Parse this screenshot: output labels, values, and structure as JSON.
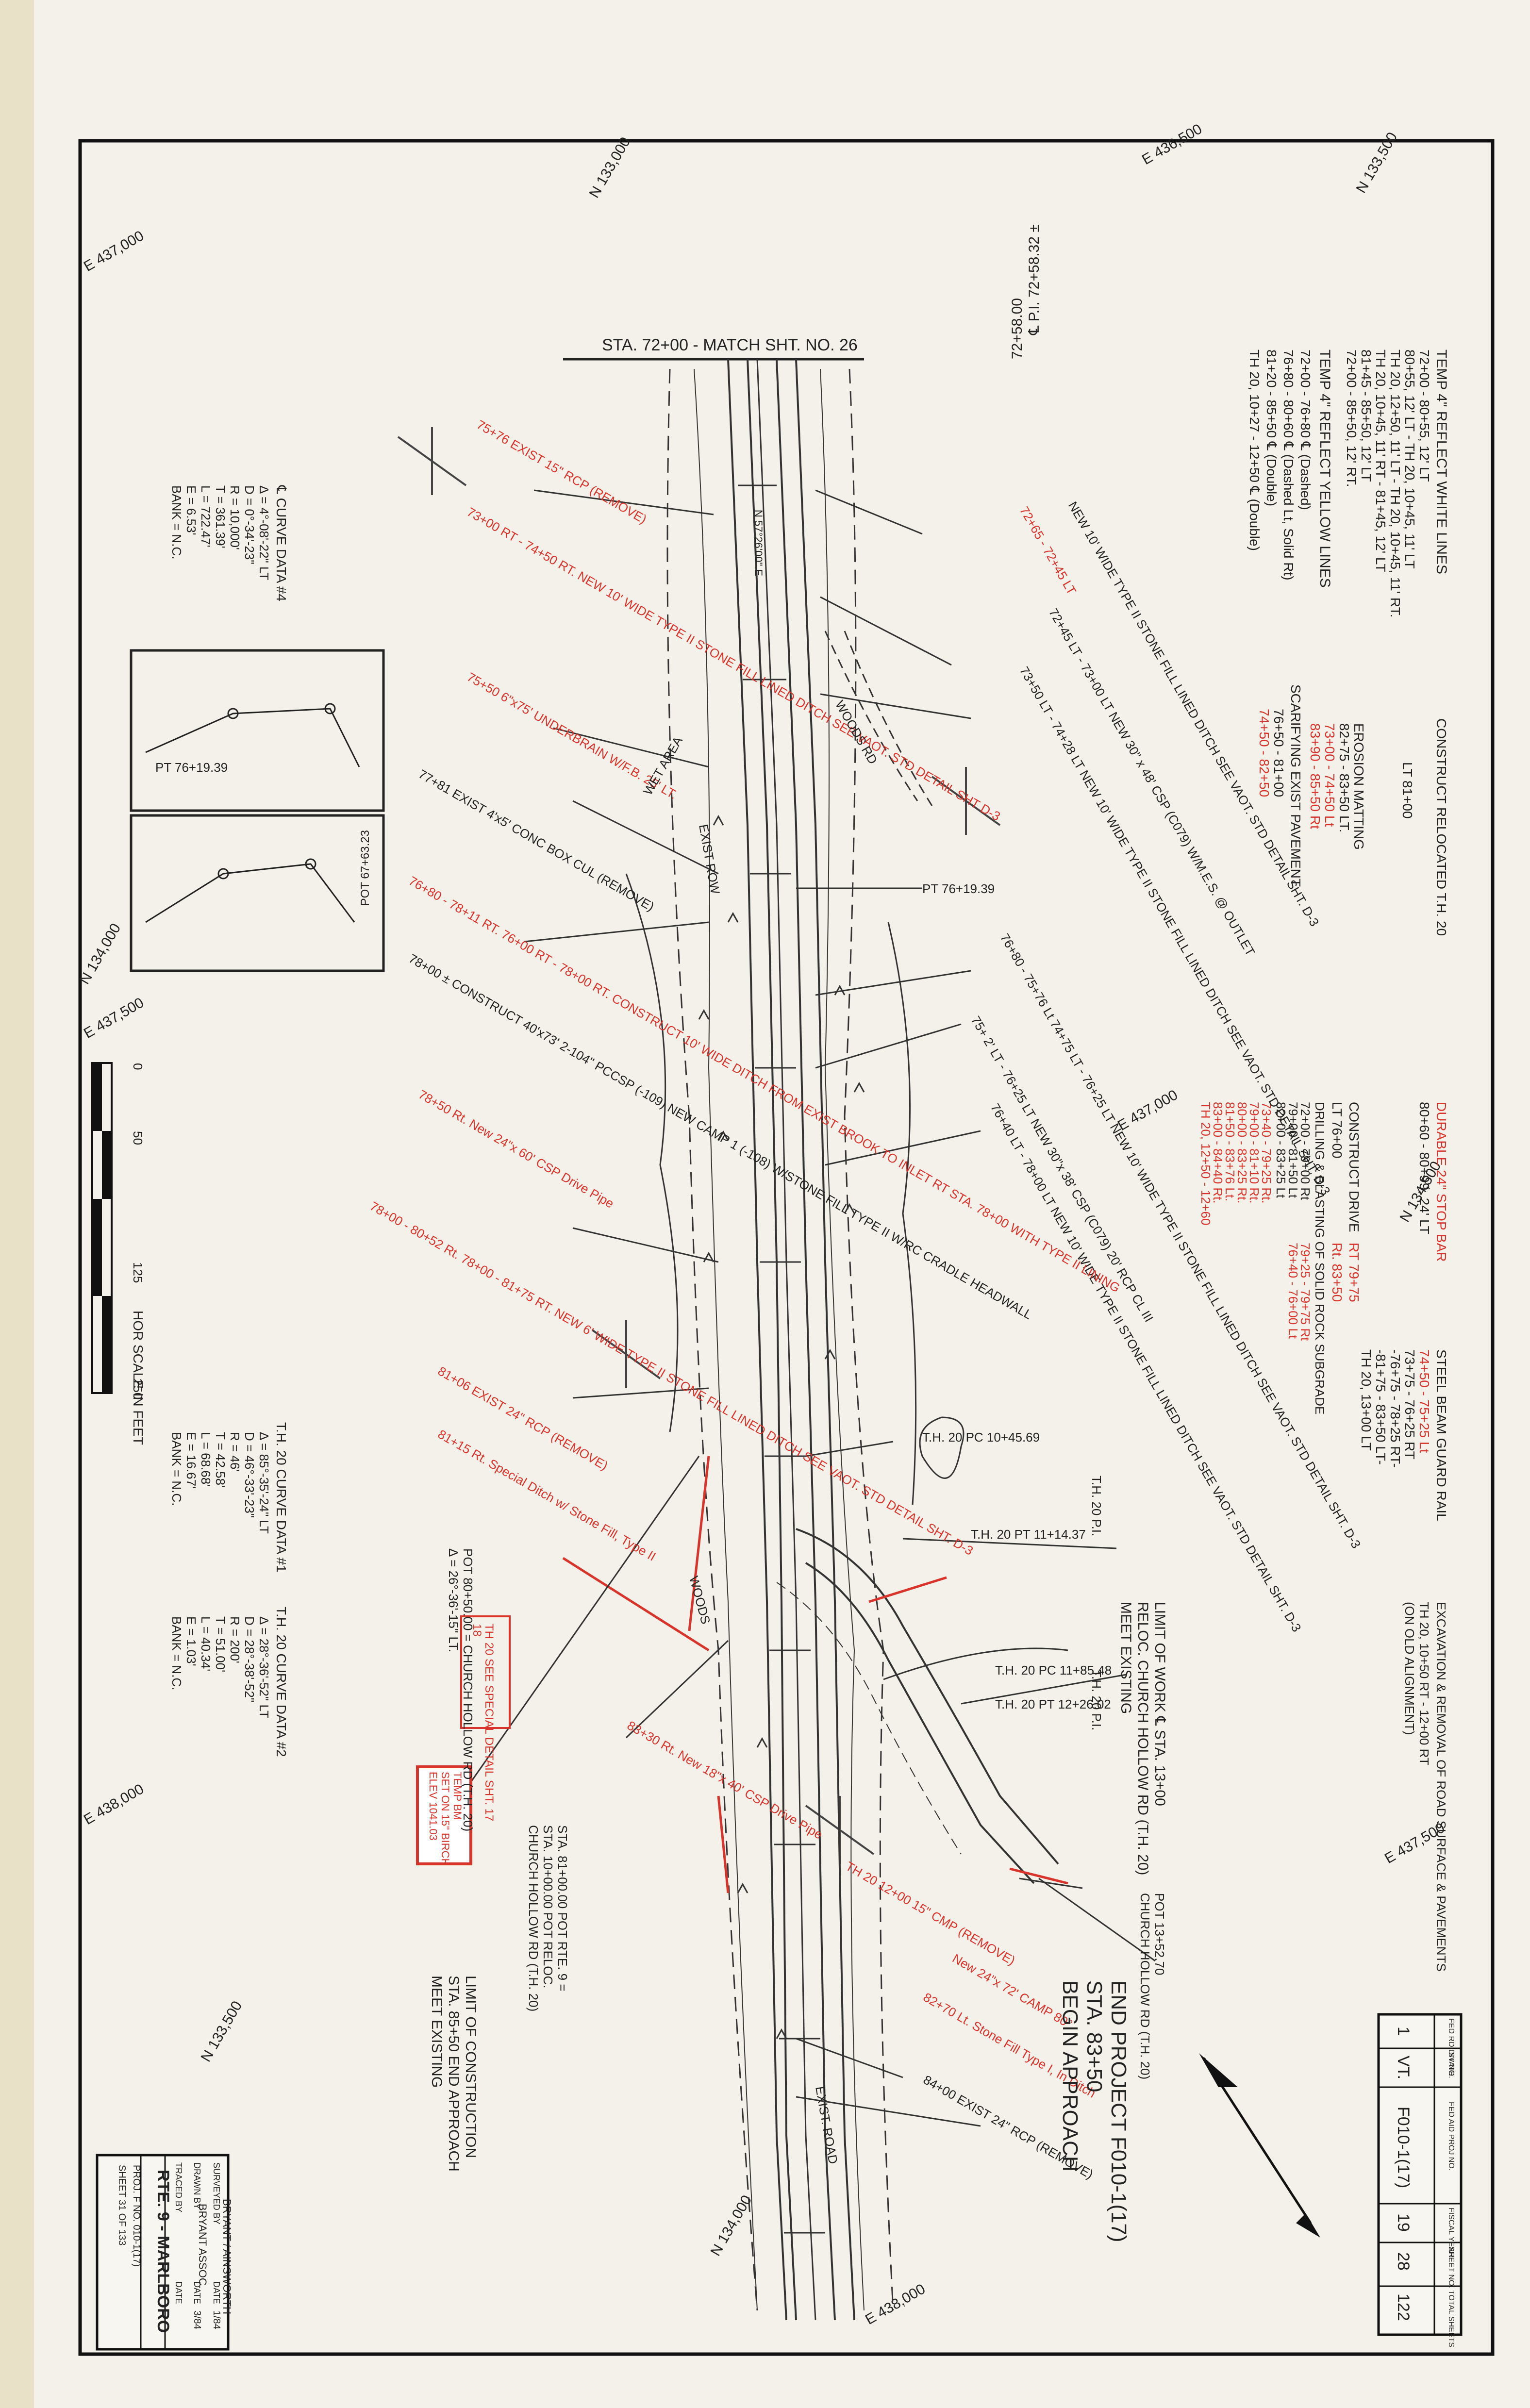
{
  "match_line": "STA. 72+00 - MATCH SHT. NO. 26",
  "grid_labels": [
    "E 436,500",
    "N 133,500",
    "N 133,000",
    "E 437,000",
    "N 134,000",
    "E 437,500",
    "N 134,500",
    "E 438,000",
    "N 133,500",
    "N 134,000",
    "E 437,500",
    "E 437,000",
    "E 438,000"
  ],
  "cl_pi": [
    "℄ P.I. 72+58.32 ±",
    "72+58.00"
  ],
  "temp_white_lines": {
    "title": "TEMP 4\" REFLECT WHITE LINES",
    "lines": [
      "72+00 - 80+55, 12' LT",
      "80+55, 12' LT - TH 20, 10+45, 11' LT",
      "TH 20, 12+50, 11' LT - TH 20, 10+45, 11' RT.",
      "TH 20, 10+45, 11' RT - 81+45, 12' LT",
      "81+45 - 85+50, 12' LT",
      "72+00 - 85+50, 12' RT."
    ]
  },
  "temp_yellow_lines": {
    "title": "TEMP 4\" REFLECT YELLOW LINES",
    "lines": [
      "72+00 - 76+80 ℄ (Dashed)",
      "76+80 - 80+60 ℄ (Dashed Lt, Solid Rt)",
      "81+20 - 85+50 ℄ (Double)",
      "TH 20, 10+27 - 12+50 ℄ (Double)"
    ]
  },
  "construct_reloc": [
    "CONSTRUCT RELOCATED T.H. 20",
    "LT 81+00"
  ],
  "erosion_matting": {
    "title": "EROSION MATTING",
    "lines": [
      "82+75 - 83+50 LT.",
      "73+00 - 74+50 Lt",
      "83+90 - 85+50 Rt"
    ]
  },
  "scarifying": {
    "title": "SCARIFYING EXIST PAVEMENT",
    "lines": [
      "76+50 - 81+00",
      "74+50 - 82+50"
    ]
  },
  "construct_drive": [
    "CONSTRUCT DRIVE",
    "LT 76+00",
    "RT 79+75",
    "Rt. 83+50"
  ],
  "drilling": {
    "title": "DRILLING & BLASTING OF SOLID ROCK SUBGRADE",
    "lines": [
      "72+00 - 79+00 Rt",
      "79+00 - 81+50 Lt",
      "82+00 - 83+25 Lt",
      "73+40 - 79+25 Rt.",
      "79+00 - 81+10 Rt.",
      "80+00 - 83+25 Rt.",
      "81+50 - 83+76 Lt.",
      "83+00 - 84+40 Rt.",
      "TH 20, 12+50 - 12+60",
      "79+25 - 79+75 Rt",
      "76+40 - 76+00 Lt"
    ]
  },
  "durable_stop_bar": [
    "DURABLE 24\" STOP BAR",
    "80+60 - 80+99, 24' LT"
  ],
  "guard_rail": {
    "title": "STEEL BEAM GUARD RAIL",
    "lines": [
      "74+50 - 75+25 Lt",
      "73+75 - 76+25 RT",
      "-76+75 - 78+25 RT-",
      "-81+75 - 83+50 LT-",
      "TH 20, 13+00 LT"
    ]
  },
  "excavation": {
    "title": "EXCAVATION & REMOVAL OF ROAD SURFACE & PAVEMENTS",
    "lines": [
      "TH 20, 10+50 RT - 12+00 RT",
      "(ON OLD ALIGNMENT)"
    ]
  },
  "curve4": {
    "title": "℄ CURVE DATA #4",
    "lines": [
      "Δ = 4°-08'-22\" LT",
      "D = 0°-34'-23\"",
      "R = 10,000'",
      "T = 361.39'",
      "L = 722.47'",
      "E = 6.53'",
      "BANK = N.C."
    ]
  },
  "th20_curve1": {
    "title": "T.H. 20 CURVE DATA #1",
    "lines": [
      "Δ = 85°-35'-24\" LT",
      "D = 46°-33'-23\"",
      "R = 46'",
      "T = 42.58'",
      "L = 68.68'",
      "E = 16.67'",
      "BANK = N.C."
    ]
  },
  "th20_curve2": {
    "title": "T.H. 20 CURVE DATA #2",
    "lines": [
      "Δ = 28°-36'-52\" LT",
      "D = 28°-38'-52\"",
      "R = 200'",
      "T = 51.00'",
      "L = 40.34'",
      "E = 1.03'",
      "BANK = N.C."
    ]
  },
  "pt_label": "PT 76+19.39",
  "pot_label": "POT 67+63.23",
  "scale": {
    "title": "HOR SCALE IN FEET",
    "ticks": [
      "0",
      "50",
      "125",
      "250"
    ]
  },
  "pipe_notes_red": [
    "75+76 EXIST 15\" RCP (REMOVE)",
    "73+00 RT - 74+50 RT. NEW 10' WIDE TYPE II STONE FILL LINED DITCH SEE VAOT. STD DETAIL SHT D-3",
    "72+65 - 72+45 LT",
    "75+50 6\"x75' UNDERBRAIN W/F.B. 25' LT.",
    "77+81 EXIST 4'x5' CONC BOX CUL (REMOVE)",
    "76+80 - 78+11 RT. 76+00 RT - 78+00 RT. CONSTRUCT 10' WIDE DITCH FROM EXIST BROOK TO INLET RT STA. 78+00 WITH TYPE II LINING",
    "78+00 ± CONSTRUCT 40'x73' 2-104\" PCCSP (-109) NEW CAMP 1 (-108) W/STONE FILL TYPE II W/RC CRADLE HEADWALL",
    "78+50 Rt. New 24\"x 60' CSP Drive Pipe",
    "78+00 - 80+52 Rt. 78+00 - 81+75 RT. NEW 6' WIDE TYPE II STONE FILL LINED DITCH SEE VAOT. STD DETAIL SHT. D-3",
    "81+06 EXIST 24\" RCP (REMOVE)",
    "81+15 Rt. Special Ditch w/ Stone Fill, Type II",
    "83+30 Rt. New 18\"x 40' CSP Drive Pipe",
    "New 24\"x 72' CAMP 80°",
    "82+70 Lt. Stone Fill Type I, In Ditch",
    "84+00 EXIST 24\" RCP (REMOVE)",
    "TH 20 12+00 15\" CMP (REMOVE)"
  ],
  "ditch_notes_right": [
    "NEW 10' WIDE TYPE II STONE FILL LINED DITCH SEE VAOT. STD DETAIL SHT. D-3",
    "72+45 LT - 73+00 LT NEW 30\" x 48' CSP (C079) W/M.E.S. @ OUTLET",
    "73+50 LT - 74+28 LT NEW 10' WIDE TYPE II STONE FILL LINED DITCH SEE VAOT. STD DETAIL SHT. D-3",
    "76+80 - 75+76 Lt 74+75 LT - 76+25 LT NEW 10' WIDE TYPE II STONE FILL LINED DITCH SEE VAOT. STD DETAIL SHT. D-3",
    "75+ 2' LT - 76+25 LT NEW 30\"x 38' CSP (C079) 20' RCP CL III",
    "76+40 LT - 78+00 LT NEW 10' WIDE TYPE II STONE FILL LINED DITCH SEE VAOT. STD DETAIL SHT. D-3"
  ],
  "boxed_note": [
    "TH 20 SEE SPECIAL DETAIL SHT. 17",
    "18"
  ],
  "church_hollow": {
    "pot": "POT 80+50.00 = CHURCH HOLLOW RD (T.H. 20)",
    "pot_delta": "Δ = 26°-36'-15\" LT.",
    "limit_work": [
      "LIMIT OF WORK ℄ STA. 13+00",
      "RELOC. CHURCH HOLLOW RD (T.H. 20)",
      "MEET EXISTING"
    ],
    "sta81": [
      "STA. 81+00.00 POT RTE. 9 =",
      "STA. 10+00.00 POT RELOC.",
      "CHURCH HOLLOW RD (T.H. 20)"
    ],
    "pot13": [
      "POT 13+52.70",
      "CHURCH HOLLOW RD (T.H. 20)"
    ],
    "th20_pc": "T.H. 20 PC 10+45.69",
    "th20_pi1": "T.H. 20 P.I.",
    "th20_pt1": "T.H. 20 PT 11+14.37",
    "th20_pc2": "T.H. 20 PC 11+85.48",
    "th20_pi2": "T.H. 20 P.I.",
    "th20_pt2": "T.H. 20 PT 12+26.02"
  },
  "red_box": [
    "TEMP BM",
    "SET ON 15\" BIRCH",
    "ELEV 1041.03"
  ],
  "limit_construction": [
    "LIMIT OF CONSTRUCTION",
    "STA. 85+50 END APPROACH",
    "MEET EXISTING"
  ],
  "end_project": [
    "END PROJECT F010-1(17)",
    "STA. 83+50",
    "BEGIN APPROACH"
  ],
  "field_labels": [
    "WOODS RD",
    "WOODS",
    "EXIST ROW",
    "WET AREA",
    "EXIST. ROAD",
    "N 57°26'00\" E"
  ],
  "title_block": {
    "left_rows": [
      {
        "label": "SURVEYED BY",
        "value": "BRYANT / AINSWORTH",
        "date_label": "DATE",
        "date": "1/84"
      },
      {
        "label": "DRAWN BY",
        "value": "BRYANT ASSOC.",
        "date_label": "DATE",
        "date": "3/84"
      },
      {
        "label": "TRACED BY",
        "value": "",
        "date_label": "DATE",
        "date": ""
      }
    ],
    "route": "RTE. 9 - MARLBORO",
    "proj": "PROJ.  F    NO.  010-1(17)",
    "sheet": "SHEET  31  OF  133"
  },
  "fed_table": {
    "headers": [
      "FED RD DIV NO.",
      "STATE",
      "FED AID PROJ NO.",
      "FISCAL YEAR",
      "SHEET NO.",
      "TOTAL SHEETS"
    ],
    "values": [
      "1",
      "VT.",
      "F010-1(17)",
      "19",
      "28",
      "122"
    ]
  },
  "colors": {
    "ink": "#222222",
    "red": "#d9342b",
    "paper": "#f4f1ea",
    "border": "#111111"
  }
}
